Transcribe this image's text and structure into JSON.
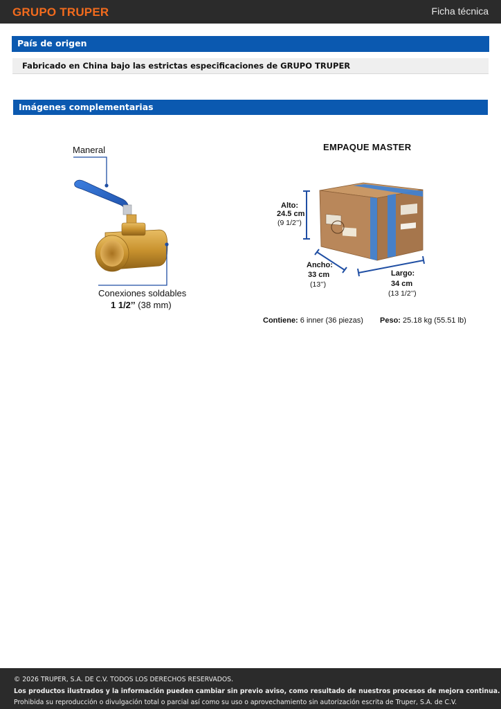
{
  "header": {
    "logo_text": "GRUPO TRUPER",
    "doc_type": "Ficha técnica",
    "logo_color": "#f26b1d"
  },
  "origin": {
    "title": "País de origen",
    "text": "Fabricado en China bajo las estrictas especificaciones de GRUPO TRUPER"
  },
  "images": {
    "title": "Imágenes complementarias",
    "valve": {
      "handle_label": "Maneral",
      "connections_label": "Conexiones soldables",
      "connections_size": "1 1/2’’",
      "connections_mm": "(38 mm)"
    },
    "box": {
      "title": "EMPAQUE MASTER",
      "height_label": "Alto:",
      "height_cm": "24.5 cm",
      "height_in": "(9 1/2’’)",
      "width_label": "Ancho:",
      "width_cm": "33 cm",
      "width_in": "(13’’)",
      "length_label": "Largo:",
      "length_cm": "34 cm",
      "length_in": "(13 1/2’’)",
      "contents_label": "Contiene:",
      "contents_value": "6 inner (36 piezas)",
      "weight_label": "Peso:",
      "weight_value": "25.18 kg (55.51 lb)"
    }
  },
  "footer": {
    "copyright": "© 2026 TRUPER, S.A. DE C.V. TODOS LOS DERECHOS RESERVADOS.",
    "notice": "Los productos ilustrados y la información pueden cambiar sin previo aviso, como resultado de nuestros procesos de mejora continua.",
    "prohibition": "Prohibida su reproducción o divulgación total o parcial así como su uso o aprovechamiento sin autorización escrita de Truper, S.A. de C.V."
  },
  "colors": {
    "accent_blue": "#0b59b0",
    "dark_bar": "#2b2b2b",
    "brass": "#c9932f",
    "cardboard": "#b9875a"
  }
}
